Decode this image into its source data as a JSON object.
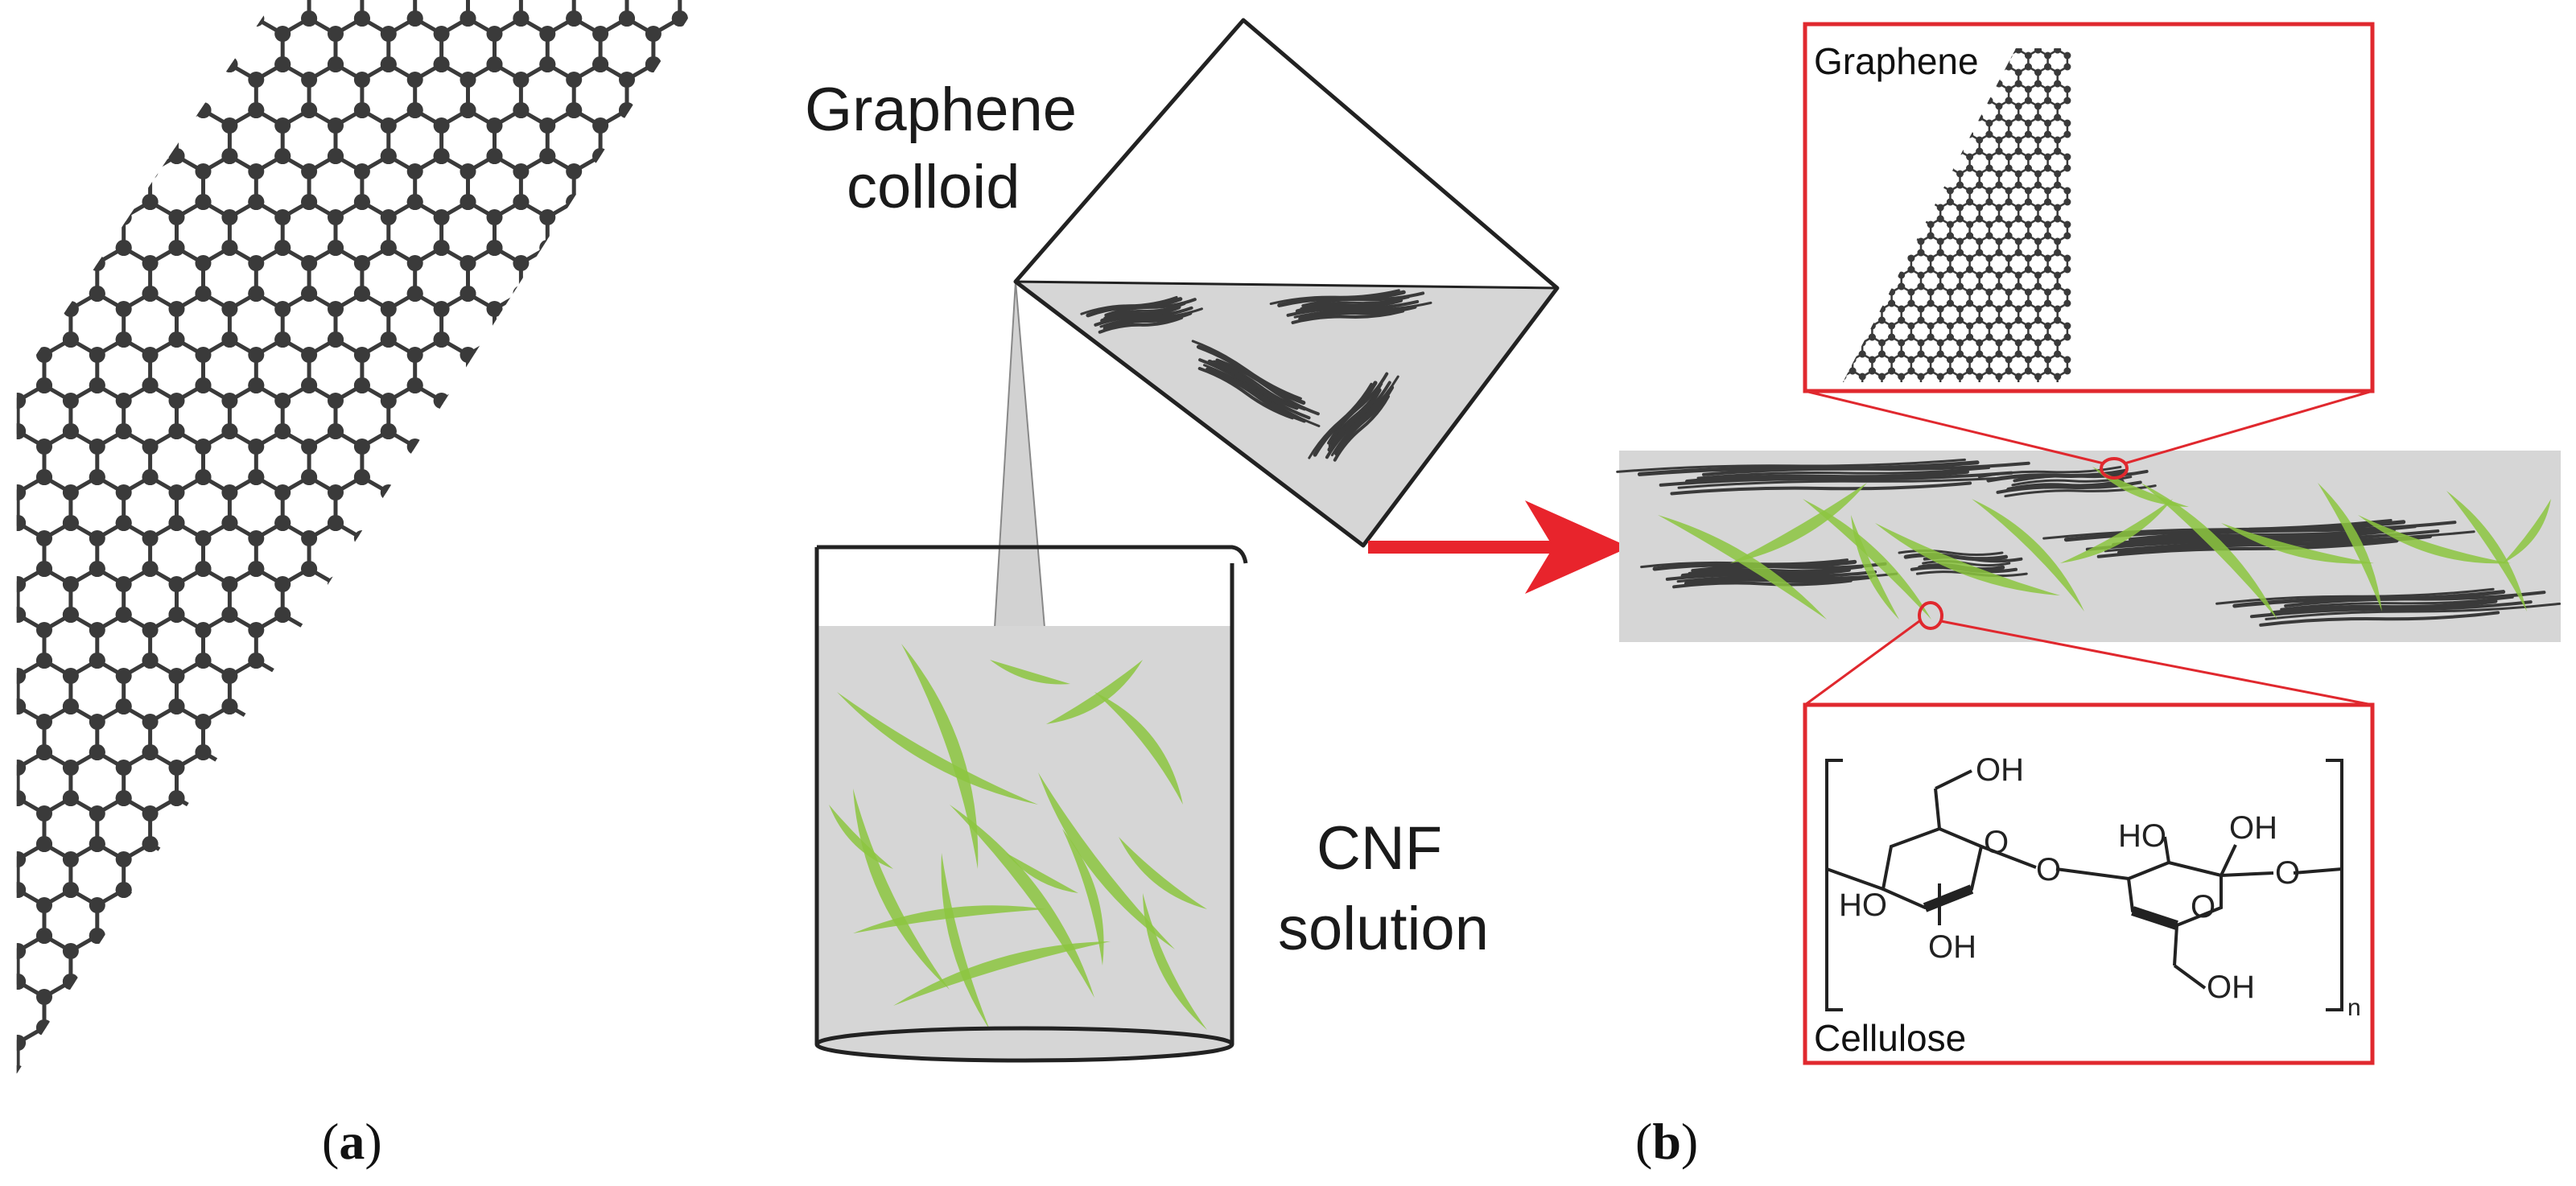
{
  "figure": {
    "panel_a_label": "a",
    "panel_b_label": "b",
    "graphene_colloid_line1": "Graphene",
    "graphene_colloid_line2": "colloid",
    "cnf_line1": "CNF",
    "cnf_line2": "solution",
    "inset_graphene_label": "Graphene",
    "inset_cellulose_label": "Cellulose",
    "chem": {
      "oh_top_left": "OH",
      "ho_left": "HO",
      "oh_bottom_left": "OH",
      "ho_middle": "HO",
      "oh_top_right": "OH",
      "oh_bottom_right": "OH",
      "o_ring_left": "O",
      "o_bridge": "O",
      "o_ring_right": "O",
      "o_end": "O",
      "subscript_n": "n"
    }
  },
  "colors": {
    "graphene": "#3a3a3a",
    "fiber_green": "#8cc63f",
    "liquid_grey": "#d6d6d6",
    "arrow_red": "#e8242c",
    "inset_border": "#e0282e"
  }
}
